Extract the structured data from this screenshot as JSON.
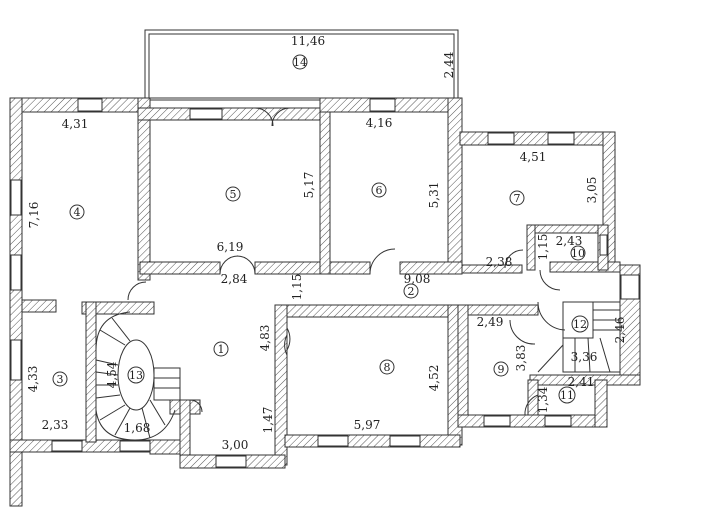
{
  "plan": {
    "rooms": [
      {
        "number": "1",
        "dims": [
          "4,83",
          "3,00",
          "1,47"
        ]
      },
      {
        "number": "2",
        "dims": [
          "9,08"
        ]
      },
      {
        "number": "3",
        "dims": [
          "4,33",
          "2,33"
        ]
      },
      {
        "number": "4",
        "dims": [
          "4,31",
          "7,16"
        ]
      },
      {
        "number": "5",
        "dims": [
          "5,17",
          "6,19",
          "2,84",
          "1,15"
        ]
      },
      {
        "number": "6",
        "dims": [
          "4,16",
          "5,31"
        ]
      },
      {
        "number": "7",
        "dims": [
          "4,51",
          "3,05",
          "2,38"
        ]
      },
      {
        "number": "8",
        "dims": [
          "4,52",
          "5,97"
        ]
      },
      {
        "number": "9",
        "dims": [
          "2,49",
          "3,83"
        ]
      },
      {
        "number": "10",
        "dims": [
          "2,43",
          "1,15"
        ]
      },
      {
        "number": "11",
        "dims": [
          "2,41",
          "1,34"
        ]
      },
      {
        "number": "12",
        "dims": [
          "2,46",
          "3,36"
        ]
      },
      {
        "number": "13",
        "dims": [
          "4,54",
          "1,68"
        ]
      },
      {
        "number": "14",
        "dims": [
          "11,46",
          "2,44"
        ]
      }
    ],
    "colors": {
      "line": "#333333",
      "background": "#ffffff"
    }
  }
}
